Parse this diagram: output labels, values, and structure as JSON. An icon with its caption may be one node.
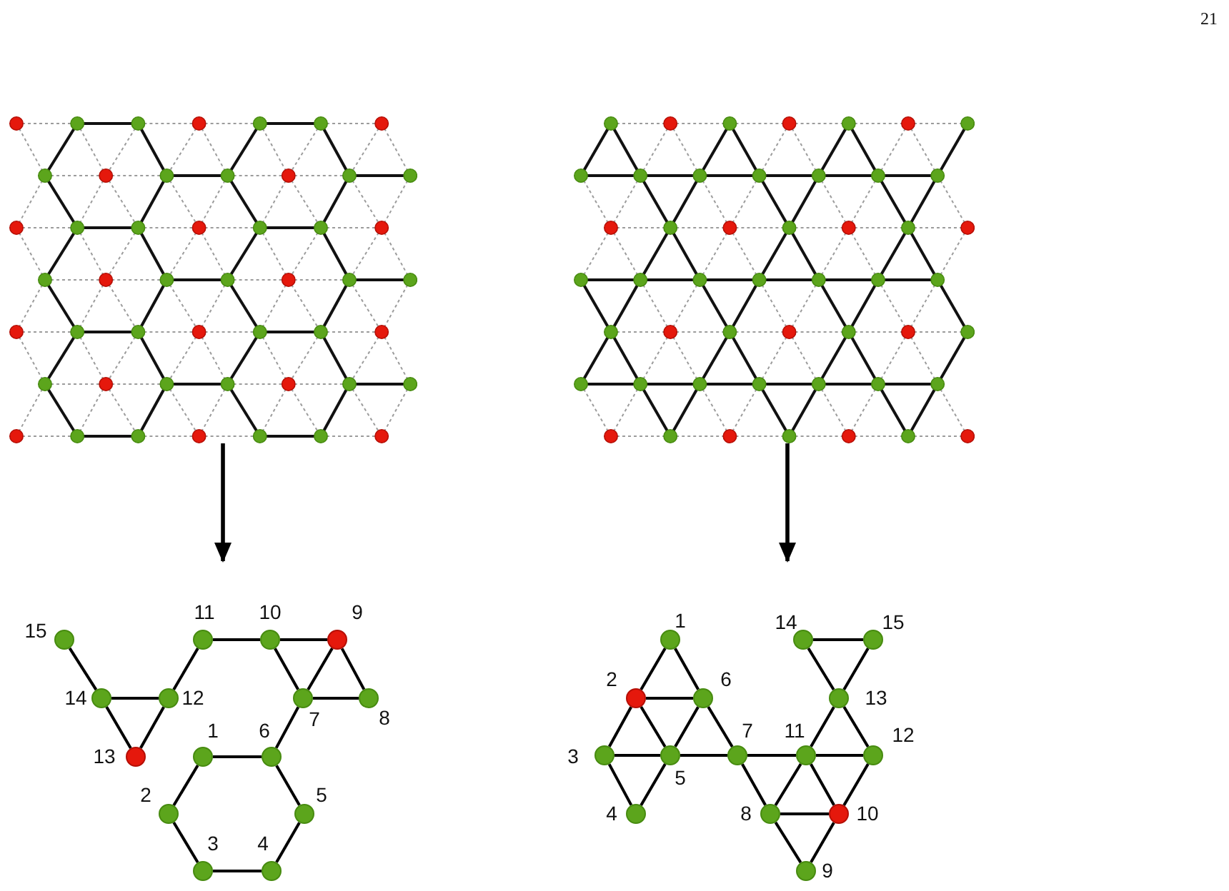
{
  "diagram": {
    "nodes": [
      {
        "text": [],
        "shape": "picture"
      },
      {
        "text": [],
        "shape": "picture"
      },
      {
        "text": [],
        "shape": "circle",
        "beside": [
          "1"
        ]
      },
      {
        "text": [],
        "shape": "circle",
        "beside": [
          "2"
        ]
      },
      {
        "text": [],
        "shape": "circle",
        "beside": [
          "3"
        ]
      },
      {
        "text": [],
        "shape": "circle",
        "beside": [
          "4"
        ]
      },
      {
        "text": [],
        "shape": "circle",
        "beside": [
          "5"
        ]
      },
      {
        "text": [],
        "shape": "circle",
        "beside": [
          "6"
        ]
      },
      {
        "text": [],
        "shape": "circle",
        "beside": [
          "7"
        ]
      },
      {
        "text": [],
        "shape": "circle",
        "beside": [
          "8"
        ]
      },
      {
        "text": [],
        "shape": "circle",
        "beside": [
          "9"
        ]
      },
      {
        "text": [],
        "shape": "circle",
        "beside": [
          "10"
        ]
      },
      {
        "text": [],
        "shape": "circle",
        "beside": [
          "11"
        ]
      },
      {
        "text": [],
        "shape": "circle",
        "beside": [
          "12"
        ]
      },
      {
        "text": [],
        "shape": "circle",
        "beside": [
          "13"
        ]
      },
      {
        "text": [],
        "shape": "circle",
        "beside": [
          "14"
        ]
      },
      {
        "text": [],
        "shape": "circle",
        "beside": [
          "15"
        ]
      },
      {
        "text": [],
        "shape": "circle",
        "beside": [
          "1"
        ]
      },
      {
        "text": [],
        "shape": "circle",
        "beside": [
          "2"
        ]
      },
      {
        "text": [],
        "shape": "circle",
        "beside": [
          "3"
        ]
      },
      {
        "text": [],
        "shape": "circle",
        "beside": [
          "4"
        ]
      },
      {
        "text": [],
        "shape": "circle",
        "beside": [
          "5"
        ]
      },
      {
        "text": [],
        "shape": "circle",
        "beside": [
          "6"
        ]
      },
      {
        "text": [],
        "shape": "circle",
        "beside": [
          "7"
        ]
      },
      {
        "text": [],
        "shape": "circle",
        "beside": [
          "8"
        ]
      },
      {
        "text": [],
        "shape": "circle",
        "beside": [
          "9"
        ]
      },
      {
        "text": [],
        "shape": "circle",
        "beside": [
          "10"
        ]
      },
      {
        "text": [],
        "shape": "circle",
        "beside": [
          "11"
        ]
      },
      {
        "text": [],
        "shape": "circle",
        "beside": [
          "12"
        ]
      },
      {
        "text": [],
        "shape": "circle",
        "beside": [
          "13"
        ]
      },
      {
        "text": [],
        "shape": "circle",
        "beside": [
          "14"
        ]
      },
      {
        "text": [],
        "shape": "circle",
        "beside": [
          "15"
        ]
      }
    ],
    "edges": [
      {
        "from": 0,
        "to": null,
        "arrow": "to"
      },
      {
        "from": 1,
        "to": null,
        "arrow": "to"
      },
      {
        "from": 2,
        "to": 3,
        "arrow": "none"
      },
      {
        "from": 3,
        "to": 4,
        "arrow": "none"
      },
      {
        "from": 4,
        "to": 5,
        "arrow": "none"
      },
      {
        "from": 5,
        "to": 6,
        "arrow": "none"
      },
      {
        "from": 6,
        "to": 7,
        "arrow": "none"
      },
      {
        "from": 7,
        "to": 2,
        "arrow": "none"
      },
      {
        "from": 7,
        "to": 8,
        "arrow": "none"
      },
      {
        "from": 8,
        "to": 9,
        "arrow": "none"
      },
      {
        "from": 8,
        "to": 10,
        "arrow": "none"
      },
      {
        "from": 8,
        "to": 11,
        "arrow": "none"
      },
      {
        "from": 9,
        "to": 10,
        "arrow": "none"
      },
      {
        "from": 10,
        "to": 11,
        "arrow": "none"
      },
      {
        "from": 11,
        "to": 12,
        "arrow": "none"
      },
      {
        "from": 12,
        "to": 13,
        "arrow": "none"
      },
      {
        "from": 13,
        "to": 14,
        "arrow": "none"
      },
      {
        "from": 13,
        "to": 15,
        "arrow": "none"
      },
      {
        "from": 14,
        "to": 15,
        "arrow": "none"
      },
      {
        "from": 15,
        "to": 16,
        "arrow": "none"
      },
      {
        "from": 17,
        "to": 18,
        "arrow": "none"
      },
      {
        "from": 17,
        "to": 22,
        "arrow": "none"
      },
      {
        "from": 18,
        "to": 22,
        "arrow": "none"
      },
      {
        "from": 18,
        "to": 19,
        "arrow": "none"
      },
      {
        "from": 18,
        "to": 21,
        "arrow": "none"
      },
      {
        "from": 19,
        "to": 21,
        "arrow": "none"
      },
      {
        "from": 19,
        "to": 20,
        "arrow": "none"
      },
      {
        "from": 20,
        "to": 21,
        "arrow": "none"
      },
      {
        "from": 21,
        "to": 22,
        "arrow": "none"
      },
      {
        "from": 21,
        "to": 23,
        "arrow": "none"
      },
      {
        "from": 22,
        "to": 23,
        "arrow": "none"
      },
      {
        "from": 23,
        "to": 24,
        "arrow": "none"
      },
      {
        "from": 23,
        "to": 27,
        "arrow": "none"
      },
      {
        "from": 24,
        "to": 25,
        "arrow": "none"
      },
      {
        "from": 24,
        "to": 26,
        "arrow": "none"
      },
      {
        "from": 24,
        "to": 27,
        "arrow": "none"
      },
      {
        "from": 25,
        "to": 26,
        "arrow": "none"
      },
      {
        "from": 26,
        "to": 27,
        "arrow": "none"
      },
      {
        "from": 26,
        "to": 28,
        "arrow": "none"
      },
      {
        "from": 27,
        "to": 28,
        "arrow": "none"
      },
      {
        "from": 27,
        "to": 29,
        "arrow": "none"
      },
      {
        "from": 28,
        "to": 29,
        "arrow": "none"
      },
      {
        "from": 29,
        "to": 30,
        "arrow": "none"
      },
      {
        "from": 29,
        "to": 31,
        "arrow": "none"
      },
      {
        "from": 30,
        "to": 31,
        "arrow": "none"
      }
    ],
    "labels": [
      "21"
    ]
  }
}
